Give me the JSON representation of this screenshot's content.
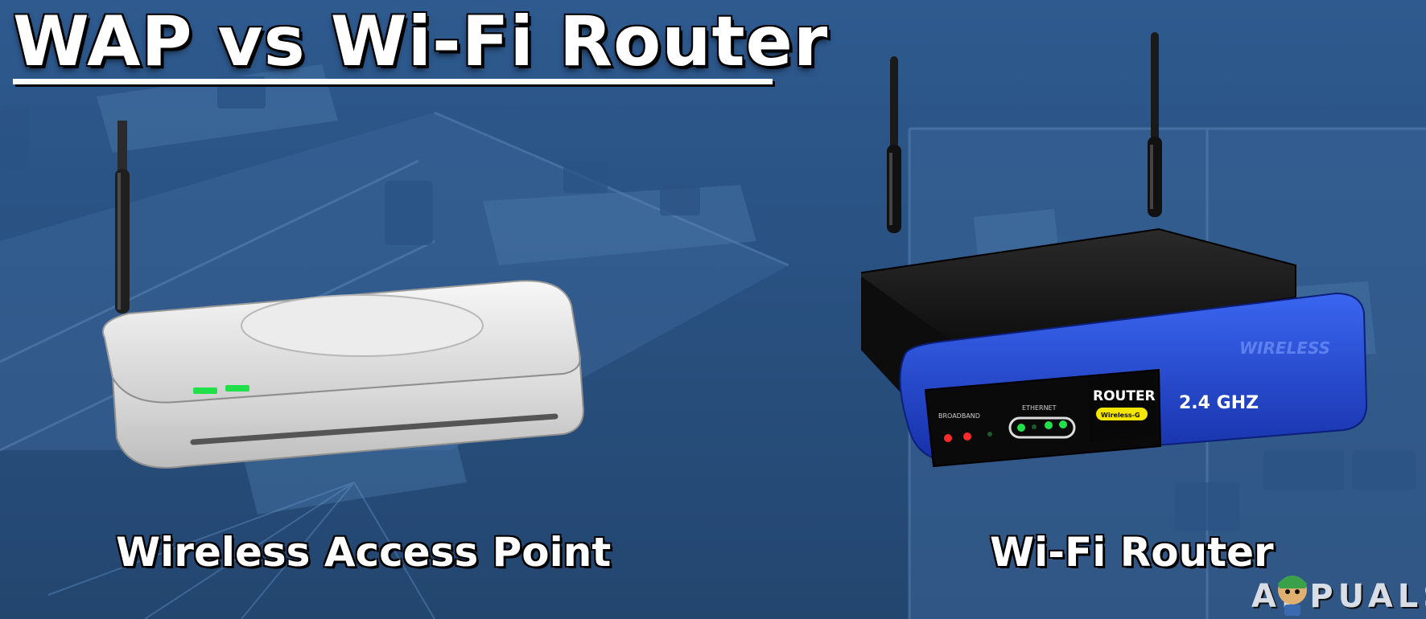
{
  "title": "WAP vs Wi-Fi Router",
  "captions": {
    "left": "Wireless Access Point",
    "right": "Wi-Fi Router"
  },
  "router_labels": {
    "broadband": "BROADBAND",
    "ethernet": "ETHERNET",
    "badge": "ROUTER",
    "badge_sub": "Wireless-G",
    "frequency": "2.4 GHZ",
    "brand_strip": "WIRELESS"
  },
  "logo": {
    "text": "APPUALS"
  },
  "colors": {
    "background": "#2a4f7f",
    "router_blue": "#1c3fd0",
    "router_black": "#1b1b1b",
    "wap_white": "#e7e7e7",
    "led_green": "#22e04a",
    "led_red": "#ff2a2a",
    "badge_yellow": "#f4e600"
  },
  "icons": [
    "wap-antenna-icon",
    "router-antenna-icon",
    "appuals-mascot-icon"
  ]
}
